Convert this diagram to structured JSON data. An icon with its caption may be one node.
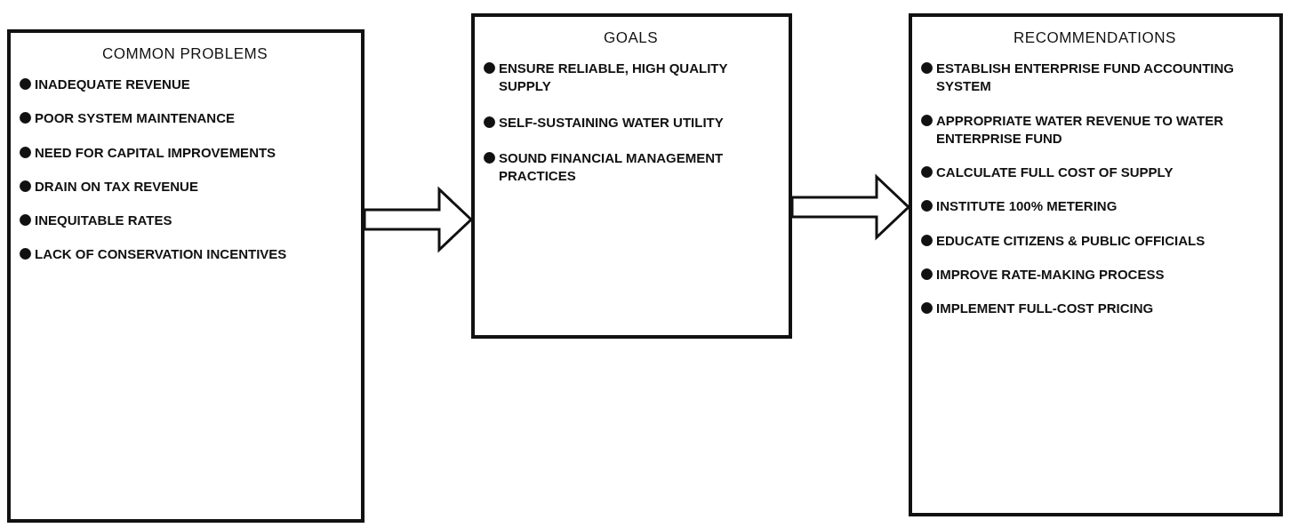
{
  "diagram": {
    "nodes": [
      {
        "text": [
          "COMMON PROBLEMS",
          "INADEQUATE REVENUE",
          "POOR SYSTEM MAINTENANCE",
          "NEED FOR CAPITAL IMPROVEMENTS",
          "DRAIN ON TAX REVENUE",
          "INEQUITABLE RATES",
          "LACK OF CONSERVATION INCENTIVES"
        ]
      },
      {
        "text": [
          "GOALS",
          "ENSURE RELIABLE, HIGH QUALITY SUPPLY",
          "SELF-SUSTAINING WATER UTILITY",
          "SOUND FINANCIAL MANAGEMENT PRACTICES"
        ]
      },
      {
        "text": [
          "RECOMMENDATIONS",
          "ESTABLISH ENTERPRISE FUND ACCOUNTING SYSTEM",
          "APPROPRIATE WATER REVENUE TO WATER ENTERPRISE FUND",
          "CALCULATE FULL COST OF SUPPLY",
          "INSTITUTE 100% METERING",
          "EDUCATE CITIZENS & PUBLIC OFFICIALS",
          "IMPROVE RATE-MAKING PROCESS",
          "IMPLEMENT FULL-COST PRICING"
        ]
      }
    ],
    "edges": [
      {
        "from": 0,
        "to": 1,
        "arrow": "to"
      },
      {
        "from": 1,
        "to": 2,
        "arrow": "to"
      }
    ]
  }
}
